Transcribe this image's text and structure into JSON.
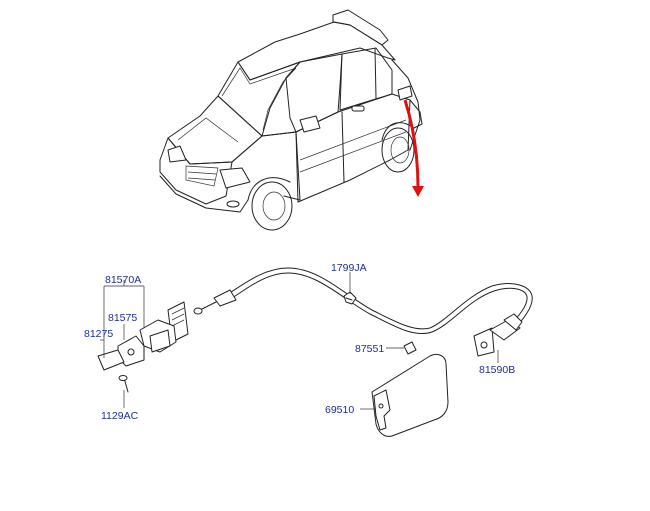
{
  "colors": {
    "label": "#1a2fa0",
    "line": "#222222",
    "arrow": "#e01010"
  },
  "labels": {
    "p81570A": "81570A",
    "p81575": "81575",
    "p81275": "81275",
    "p1129AC": "1129AC",
    "p1799JA": "1799JA",
    "p87551": "87551",
    "p69510": "69510",
    "p81590B": "81590B"
  }
}
